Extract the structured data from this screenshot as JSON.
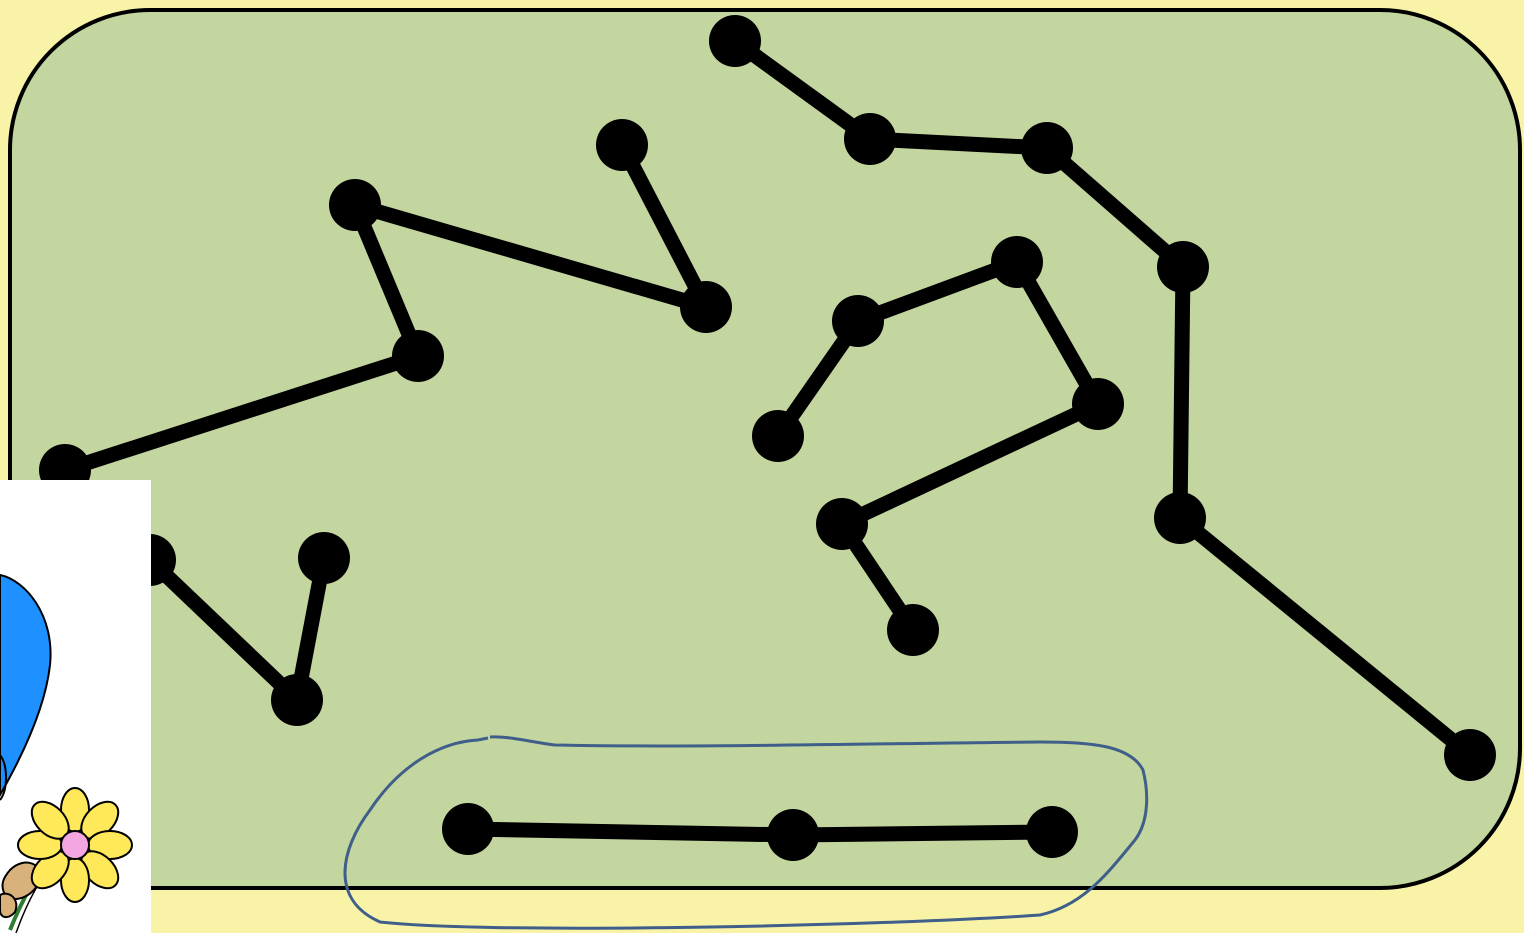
{
  "colors": {
    "page_background": "#f9f3a8",
    "board_fill": "#c3d69f",
    "board_stroke": "#000000",
    "path_color": "#000000",
    "highlight_loop_color": "#3f5f8a",
    "sticker_background": "#ffffff",
    "heart_color": "#1e90ff",
    "flower_petals": "#ffe95a",
    "flower_center": "#f4a6e0",
    "leaf_color": "#d8b27a"
  },
  "figure": {
    "description_icon": "dot-to-dot-paths",
    "path_count": 5,
    "highlighted_path_index": 4,
    "sticker_icon": "heart-with-flower-icon"
  }
}
